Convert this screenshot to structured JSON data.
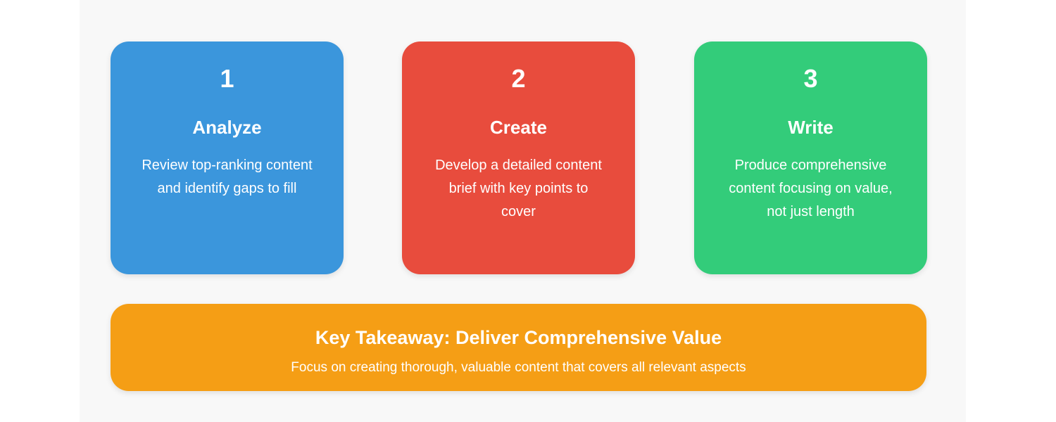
{
  "colors": {
    "page_bg": "#ffffff",
    "panel_bg": "#f8f8f8",
    "step1": "#3b96dc",
    "step2": "#e84c3d",
    "step3": "#33cc7a",
    "takeaway": "#f59e15",
    "text": "#ffffff"
  },
  "steps": [
    {
      "number": "1",
      "title": "Analyze",
      "description": "Review top-ranking content and identify gaps to fill"
    },
    {
      "number": "2",
      "title": "Create",
      "description": "Develop a detailed content brief with key points to cover"
    },
    {
      "number": "3",
      "title": "Write",
      "description": "Produce comprehensive content focusing on value, not just length"
    }
  ],
  "takeaway": {
    "title": "Key Takeaway: Deliver Comprehensive Value",
    "description": "Focus on creating thorough, valuable content that covers all relevant aspects"
  }
}
